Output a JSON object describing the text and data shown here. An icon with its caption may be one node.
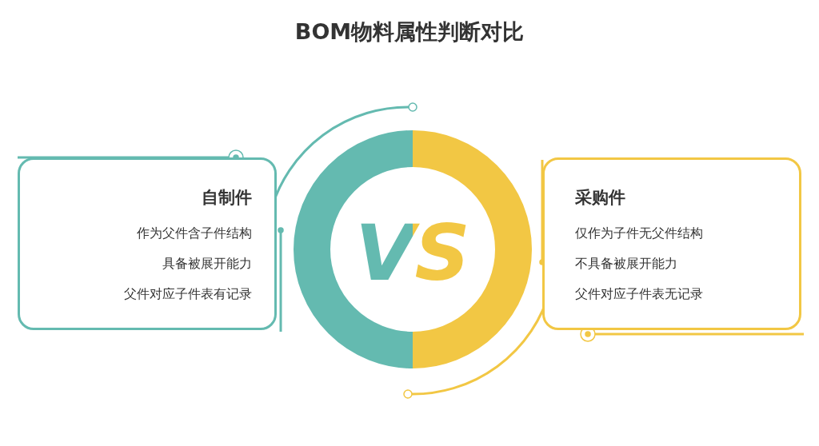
{
  "diagram": {
    "title": "BOM物料属性判断对比",
    "nodes": [
      {
        "text": [
          "自制件",
          "作为父件含子件结构",
          "具备被展开能力",
          "父件对应子件表有记录"
        ]
      },
      {
        "text": [
          "VS"
        ]
      },
      {
        "text": [
          "采购件",
          "仅作为子件无父件结构",
          "不具备被展开能力",
          "父件对应子件表无记录"
        ]
      }
    ]
  }
}
